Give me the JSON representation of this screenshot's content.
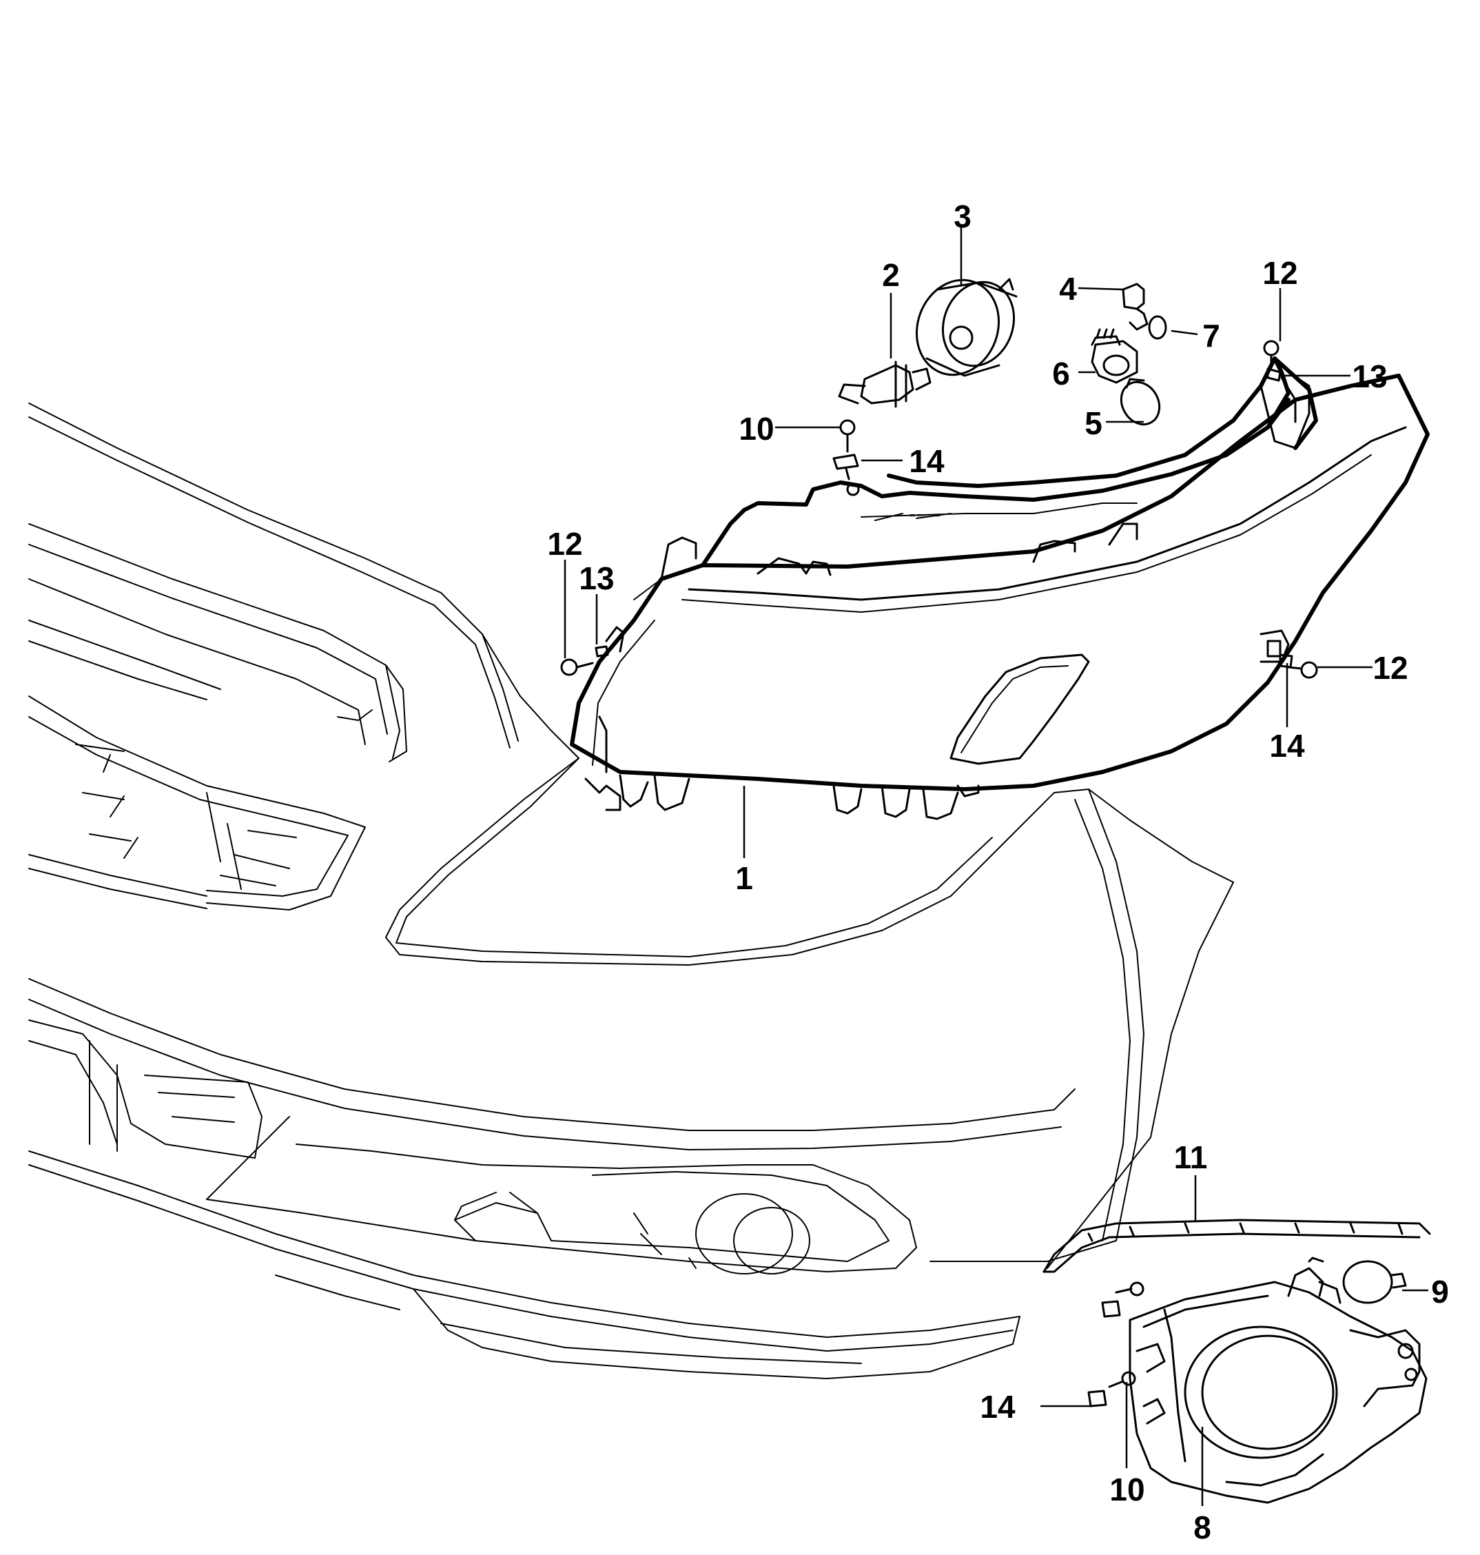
{
  "diagram": {
    "callouts": [
      {
        "id": "c1",
        "label": "1"
      },
      {
        "id": "c2",
        "label": "2"
      },
      {
        "id": "c3",
        "label": "3"
      },
      {
        "id": "c4",
        "label": "4"
      },
      {
        "id": "c5",
        "label": "5"
      },
      {
        "id": "c6",
        "label": "6"
      },
      {
        "id": "c7",
        "label": "7"
      },
      {
        "id": "c8",
        "label": "8"
      },
      {
        "id": "c9",
        "label": "9"
      },
      {
        "id": "c10a",
        "label": "10"
      },
      {
        "id": "c10b",
        "label": "10"
      },
      {
        "id": "c11",
        "label": "11"
      },
      {
        "id": "c12a",
        "label": "12"
      },
      {
        "id": "c12b",
        "label": "12"
      },
      {
        "id": "c12c",
        "label": "12"
      },
      {
        "id": "c13a",
        "label": "13"
      },
      {
        "id": "c13b",
        "label": "13"
      },
      {
        "id": "c14a",
        "label": "14"
      },
      {
        "id": "c14b",
        "label": "14"
      },
      {
        "id": "c14c",
        "label": "14"
      }
    ]
  }
}
